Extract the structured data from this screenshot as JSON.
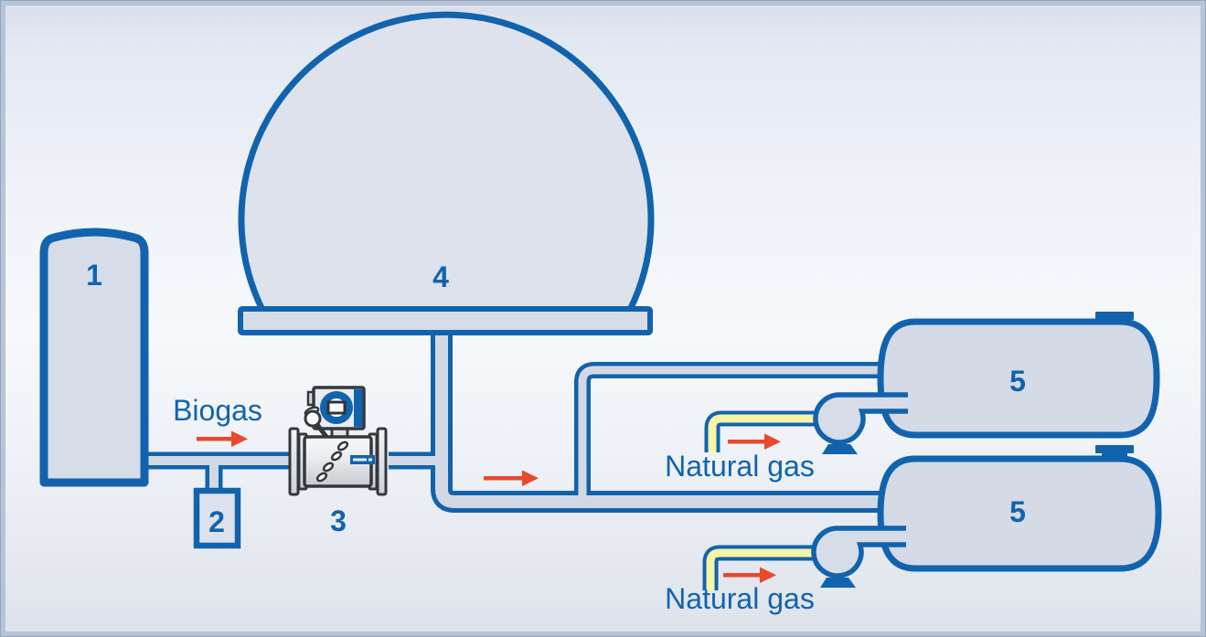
{
  "diagram": {
    "type": "process-flow-diagram",
    "description_visible_items": "biogas plant schematic with numbered components and gas flow labels",
    "callouts": {
      "item1": "1",
      "item2": "2",
      "item3": "3",
      "item4": "4",
      "item5_upper": "5",
      "item5_lower": "5"
    },
    "flow_labels": {
      "biogas": "Biogas",
      "natural_gas_upper": "Natural gas",
      "natural_gas_lower": "Natural gas"
    },
    "colors": {
      "outline_blue": "#1263ad",
      "component_fill": "#d6dce8",
      "pipe_interior": "#d3d9e4",
      "natural_gas_pipe_yellow": "#f8f4a6",
      "arrow_red": "#e8482c",
      "label_text_blue": "#1263ad",
      "meter_outline": "#33383d",
      "background_border": "#b7c3d9"
    }
  }
}
